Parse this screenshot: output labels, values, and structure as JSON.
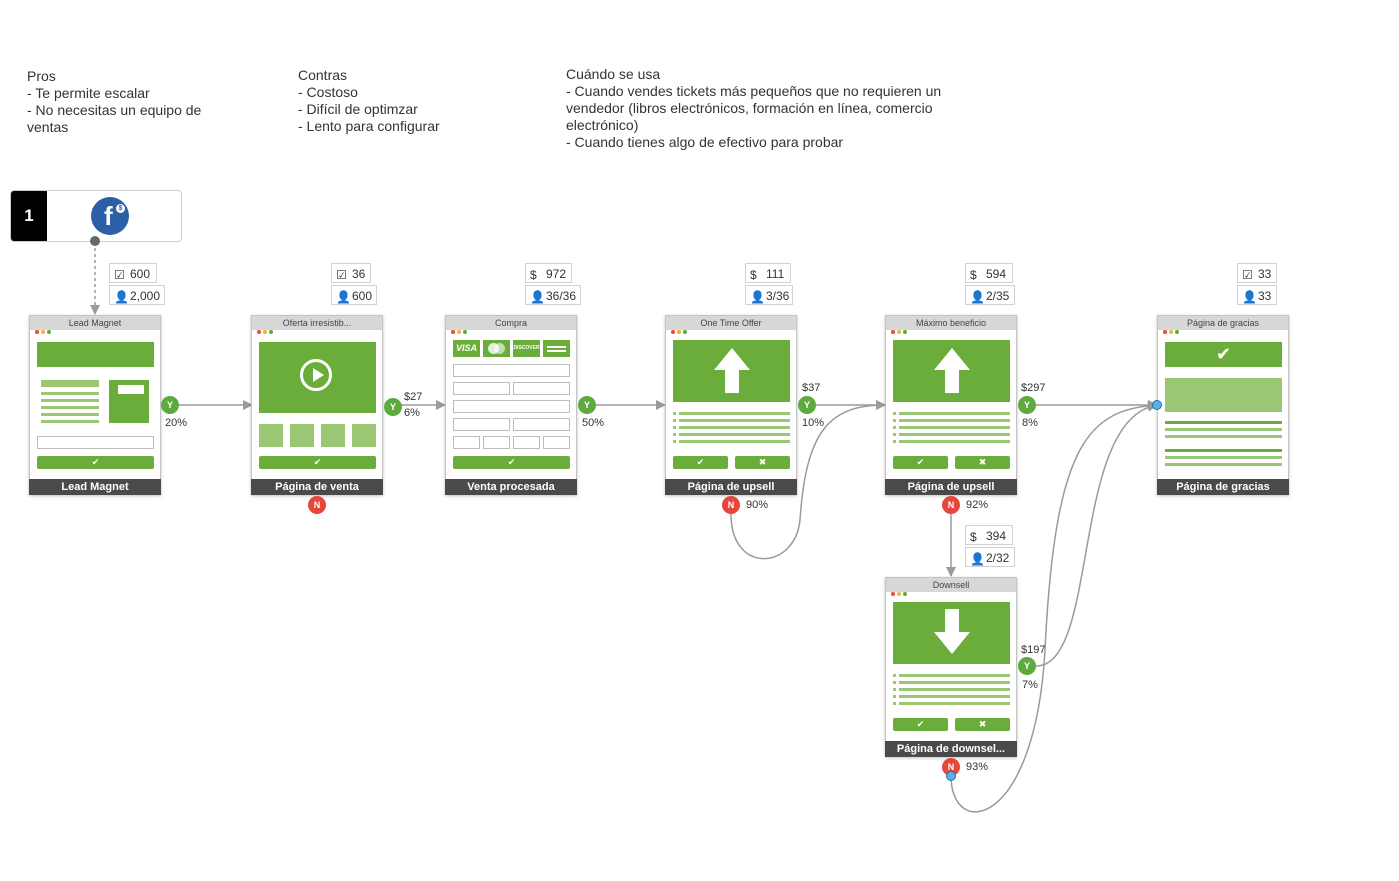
{
  "notes": {
    "pros": "Pros\n- Te permite escalar\n- No necesitas un equipo de\nventas",
    "contras": "Contras\n- Costoso\n- Difícil de optimzar\n- Lento para configurar",
    "cuando": "Cuándo se usa\n- Cuando vendes tickets más pequeños que no requieren un\nvendedor (libros electrónicos, formación en línea, comercio\nelectrónico)\n- Cuando tienes algo de efectivo para probar"
  },
  "source": {
    "number": "1",
    "icon": "facebook-ads-icon",
    "icon_letter": "f"
  },
  "stats": {
    "lead_magnet": {
      "checks": "600",
      "people": "2,000"
    },
    "pagina_venta": {
      "checks": "36",
      "people": "600"
    },
    "compra": {
      "money": "972",
      "ratio": "36/36"
    },
    "one_time_offer": {
      "money": "111",
      "ratio": "3/36"
    },
    "maximo_beneficio": {
      "money": "594",
      "ratio": "2/35"
    },
    "gracias": {
      "checks": "33",
      "people": "33"
    },
    "downsell": {
      "money": "394",
      "ratio": "2/32"
    }
  },
  "stat_symbols": {
    "money": "$"
  },
  "nodes": {
    "lead_magnet": {
      "title": "Lead Magnet",
      "label": "Lead Magnet"
    },
    "pagina_venta": {
      "title": "Oferta irresistib...",
      "label": "Página de venta"
    },
    "compra": {
      "title": "Compra",
      "label": "Venta procesada"
    },
    "one_time_offer": {
      "title": "One Time Offer",
      "label": "Página de upsell"
    },
    "maximo_beneficio": {
      "title": "Máximo beneficio",
      "label": "Página de upsell"
    },
    "gracias": {
      "title": "Página de gracias",
      "label": "Página de gracias"
    },
    "downsell": {
      "title": "Downsell",
      "label": "Página de downsel..."
    }
  },
  "cards": {
    "visa": "VISA",
    "discover": "DISCOVER"
  },
  "yn": {
    "yes": "Y",
    "no": "N"
  },
  "branches": {
    "lead_magnet": {
      "yes_pct": "20%"
    },
    "pagina_venta": {
      "price": "$27",
      "yes_pct": "6%"
    },
    "compra": {
      "yes_pct": "50%"
    },
    "one_time_offer": {
      "price": "$37",
      "yes_pct": "10%",
      "no_pct": "90%"
    },
    "maximo_beneficio": {
      "price": "$297",
      "yes_pct": "8%",
      "no_pct": "92%"
    },
    "downsell": {
      "price": "$197",
      "yes_pct": "7%",
      "no_pct": "93%"
    }
  },
  "colors": {
    "green": "#6bad3b",
    "light_green": "#9bc774",
    "yes": "#5eaa3f",
    "no": "#e6473c",
    "facebook": "#2d5fa6"
  }
}
